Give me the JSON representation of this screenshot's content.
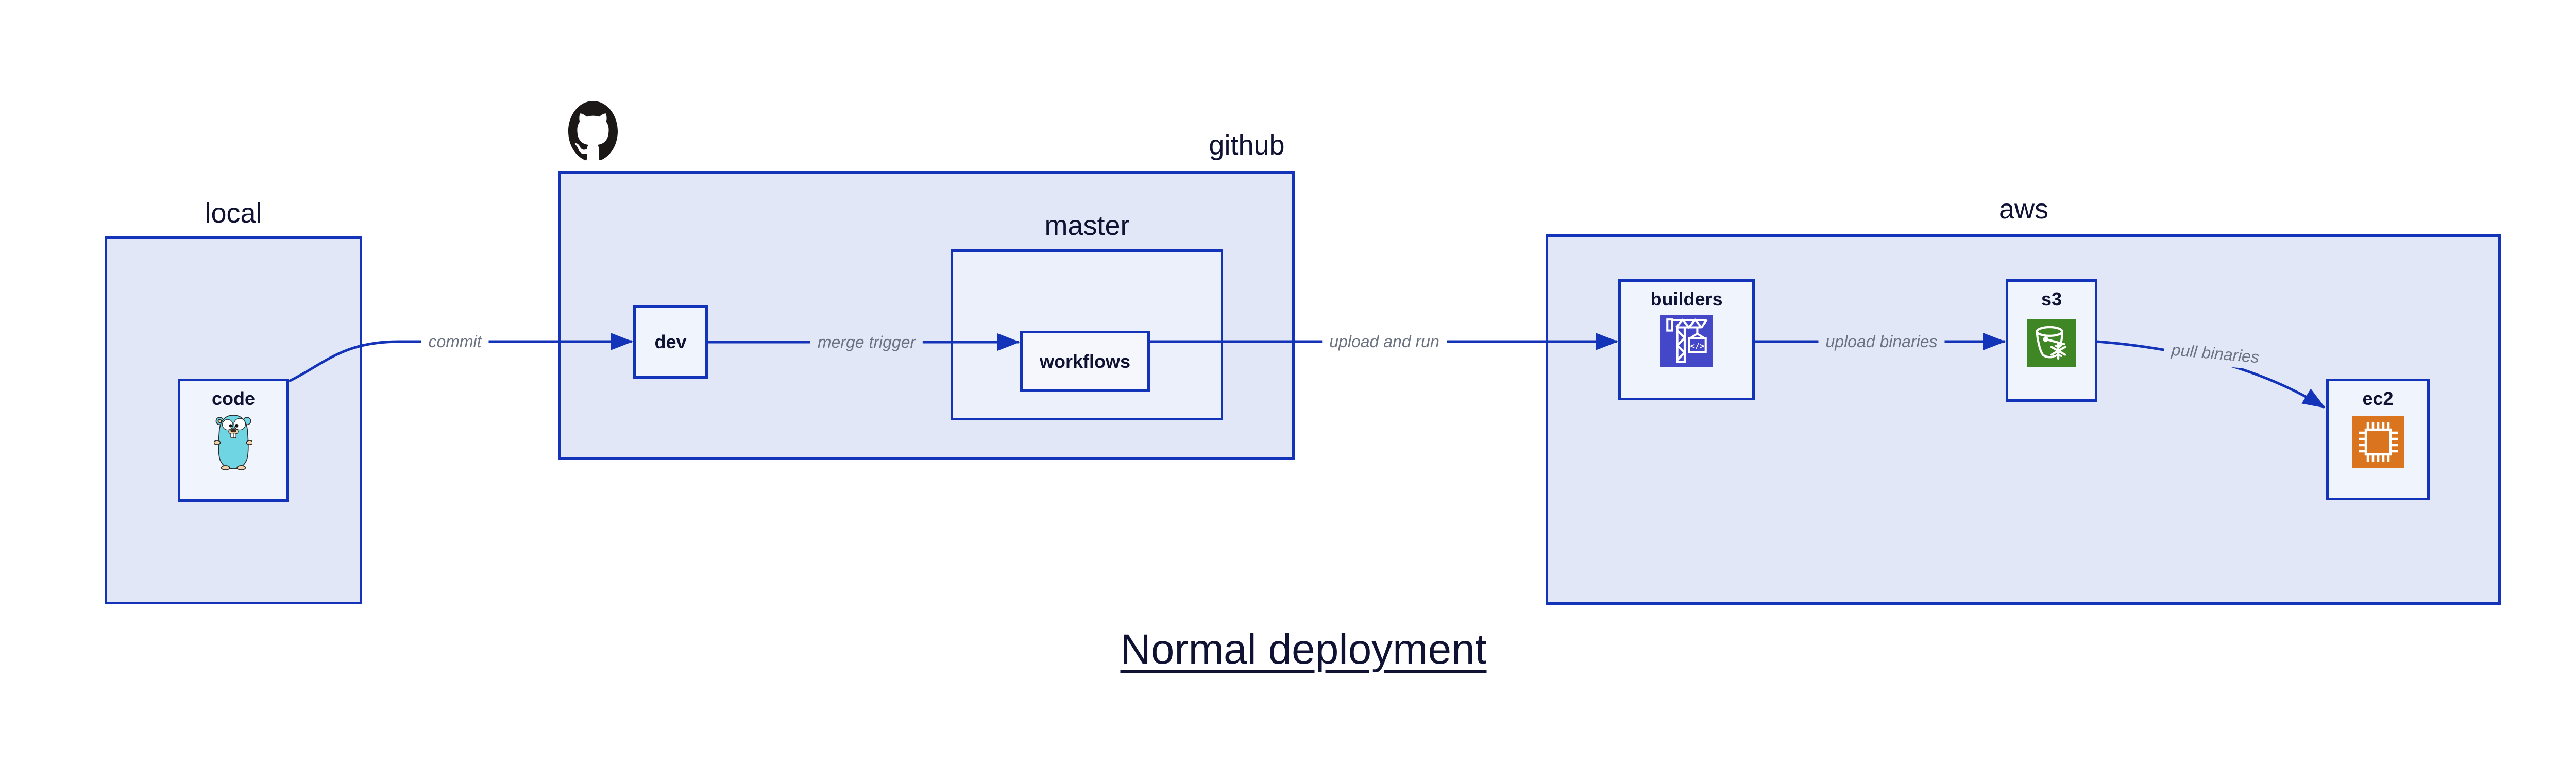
{
  "title": {
    "text": "Normal deployment"
  },
  "groups": {
    "local": {
      "label": "local"
    },
    "github": {
      "label": "github",
      "icon": "github-octocat-icon"
    },
    "master": {
      "label": "master"
    },
    "aws": {
      "label": "aws"
    }
  },
  "nodes": {
    "code": {
      "label": "code",
      "icon": "go-gopher-icon"
    },
    "dev": {
      "label": "dev"
    },
    "workflows": {
      "label": "workflows"
    },
    "builders": {
      "label": "builders",
      "icon": "codebuild-crane-icon"
    },
    "s3": {
      "label": "s3",
      "icon": "s3-glacier-bucket-icon"
    },
    "ec2": {
      "label": "ec2",
      "icon": "ec2-chip-icon"
    }
  },
  "edges": [
    {
      "id": "commit",
      "label": "commit",
      "from": "code",
      "to": "dev"
    },
    {
      "id": "merge-trigger",
      "label": "merge trigger",
      "from": "dev",
      "to": "workflows"
    },
    {
      "id": "upload-and-run",
      "label": "upload and run",
      "from": "workflows",
      "to": "builders"
    },
    {
      "id": "upload-binaries",
      "label": "upload binaries",
      "from": "builders",
      "to": "s3"
    },
    {
      "id": "pull-binaries",
      "label": "pull binaries",
      "from": "s3",
      "to": "ec2"
    }
  ],
  "colors": {
    "edge_blue": "#1334B8",
    "box_border": "#1334B8",
    "fill_outer": "#E2E7F8",
    "fill_mid": "#ECF0FA",
    "fill_inner": "#F0F4FC",
    "fill_workflows": "#F5F7FD",
    "label_navy": "#0F1232",
    "edge_label_gray": "#6B7280",
    "codebuild_indigo": "#4447C8",
    "s3_green": "#3F8624",
    "ec2_orange": "#DB741E",
    "octocat_black": "#1B1817",
    "gopher_teal": "#6FD5E2",
    "gopher_tan": "#F2D1A7"
  }
}
